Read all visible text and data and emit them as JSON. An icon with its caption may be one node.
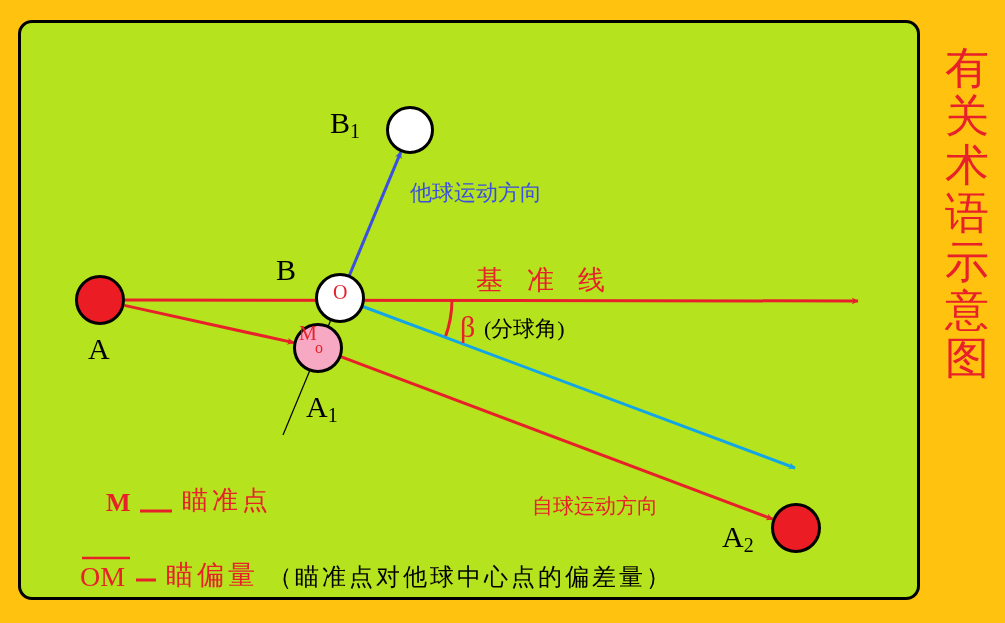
{
  "diagram": {
    "title": "有关术语示意图",
    "nodes": [
      {
        "text": [],
        "shape": "circle",
        "beside": [
          "A"
        ]
      },
      {
        "text": [
          "O"
        ],
        "beside": [
          "B"
        ]
      },
      {
        "text": [
          "M",
          "o"
        ],
        "beside": [
          "A$_{1}$"
        ]
      },
      {
        "text": [],
        "shape": "circle",
        "beside": [
          "B$_{1}$"
        ]
      },
      {
        "text": [],
        "shape": "circle",
        "beside": [
          "A$_{2}$"
        ]
      }
    ],
    "edges": [
      {
        "from": 0,
        "to": null,
        "arrow": "to",
        "label": "基准线"
      },
      {
        "from": 0,
        "to": 2,
        "arrow": "to"
      },
      {
        "from": 1,
        "to": 3,
        "arrow": "to",
        "label": "他球运动方向",
        "color": "#3b4fe0"
      },
      {
        "from": 1,
        "to": null,
        "arrow": "to",
        "color": "#12a6e6"
      },
      {
        "from": 2,
        "to": 4,
        "arrow": "to",
        "label": "自球运动方向"
      },
      {
        "from": null,
        "to": 1,
        "arrow": "none",
        "color": "#000000"
      }
    ],
    "labels": [
      "β",
      "(分球角)",
      "M",
      "瞄准点",
      "OM",
      "瞄偏量",
      "（瞄准点对他球中心点的偏差量）"
    ]
  }
}
